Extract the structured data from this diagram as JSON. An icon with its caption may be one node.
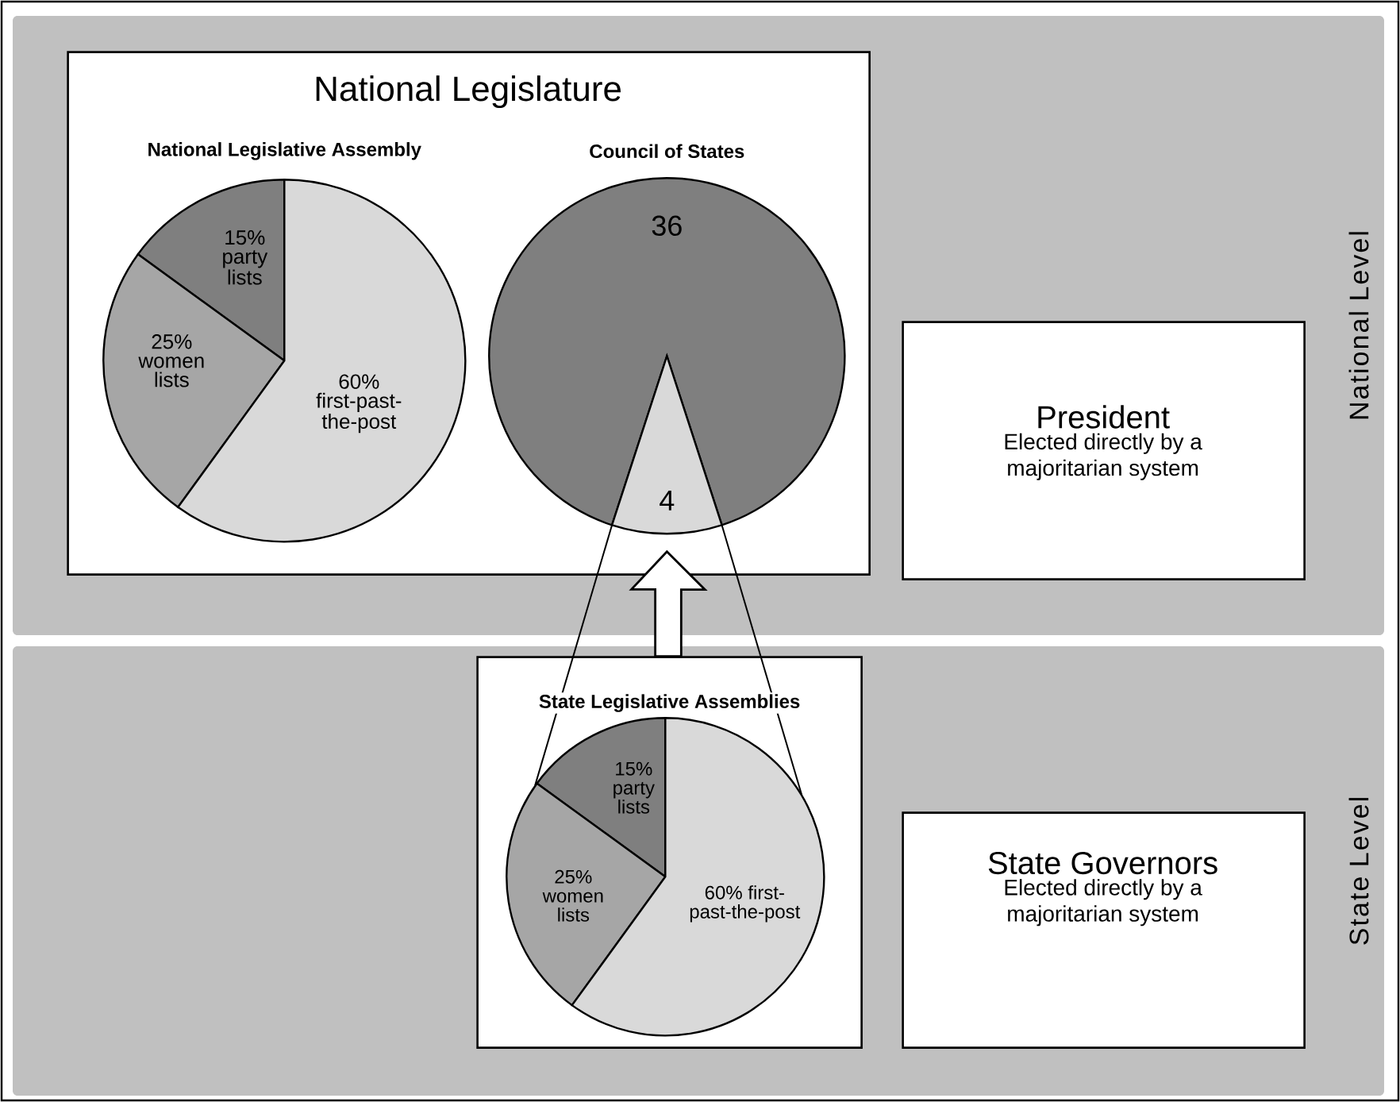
{
  "diagram": {
    "nodes": [
      {
        "text": [
          "National Level"
        ]
      },
      {
        "text": [
          "National Legislature"
        ],
        "in": 0
      },
      {
        "text": [
          "National Legislative Assembly",
          "15% party lists",
          "25% women lists",
          "60% first-past-the-post"
        ],
        "in": 1
      },
      {
        "text": [
          "Council of States",
          "36",
          "4"
        ],
        "in": 1
      },
      {
        "text": [
          "President",
          "Elected directly by a majoritarian system"
        ],
        "in": 0
      },
      {
        "text": [
          "State Level"
        ]
      },
      {
        "text": [
          "State Legislative Assemblies"
        ],
        "in": 5
      },
      {
        "text": [
          "15% party lists",
          "25% women lists",
          "60% first-past-the-post"
        ],
        "in": 6
      },
      {
        "text": [
          "State Governors",
          "Elected directly by a majoritarian system"
        ],
        "in": 5
      }
    ],
    "edges": [
      {
        "from": 6,
        "to": 3,
        "arrow": "to",
        "style": "thick"
      },
      {
        "from": 7,
        "to": 3,
        "arrow": "none"
      },
      {
        "from": 7,
        "to": 3,
        "arrow": "none"
      }
    ]
  }
}
